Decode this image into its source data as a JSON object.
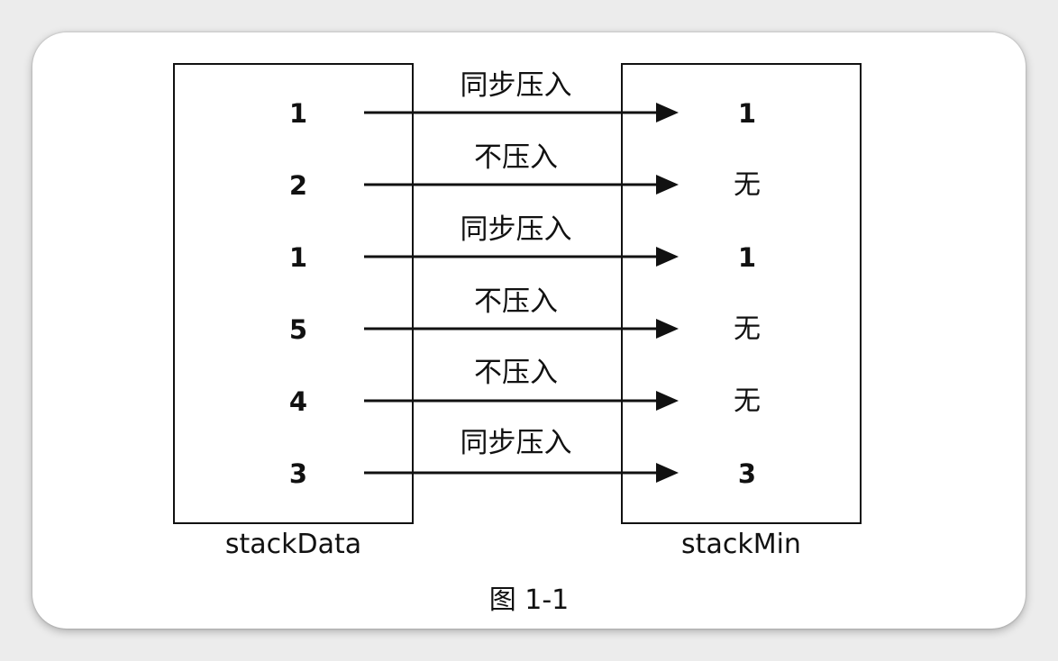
{
  "left_stack": {
    "label": "stackData",
    "values": [
      "1",
      "2",
      "1",
      "5",
      "4",
      "3"
    ]
  },
  "right_stack": {
    "label": "stackMin",
    "values": [
      "1",
      "无",
      "1",
      "无",
      "无",
      "3"
    ]
  },
  "actions": [
    "同步压入",
    "不压入",
    "同步压入",
    "不压入",
    "不压入",
    "同步压入"
  ],
  "caption": "图 1-1"
}
